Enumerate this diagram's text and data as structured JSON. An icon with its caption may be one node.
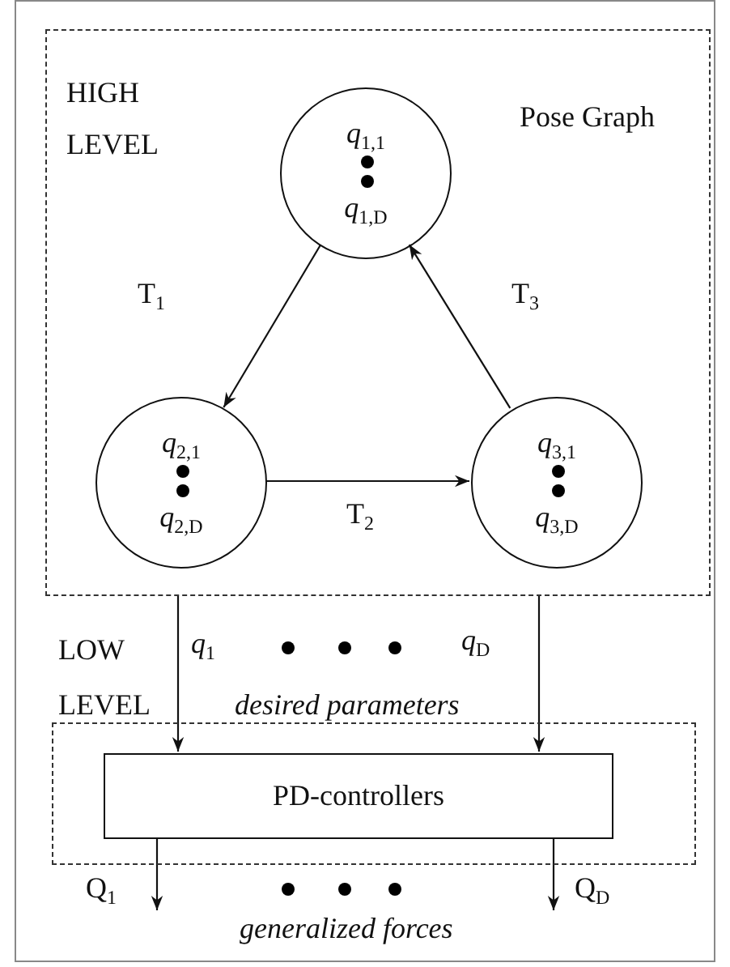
{
  "diagram": {
    "nodes": [
      {
        "text": [
          "HIGH LEVEL",
          "Pose Graph"
        ]
      },
      {
        "text": [
          "*q*$_{1,1}$",
          "*q*$_{1,D}$"
        ],
        "in": 0
      },
      {
        "text": [
          "*q*$_{2,1}$",
          "*q*$_{2,D}$"
        ],
        "in": 0
      },
      {
        "text": [
          "*q*$_{3,1}$",
          "*q*$_{3,D}$"
        ],
        "in": 0
      },
      {
        "text": [],
        "shape": "box"
      },
      {
        "text": [
          "PD-controllers"
        ],
        "in": 4
      }
    ],
    "edges": [
      {
        "from": 1,
        "to": 2,
        "arrow": "to",
        "label": "T$_{1}$"
      },
      {
        "from": 2,
        "to": 3,
        "arrow": "to",
        "label": "T$_{2}$"
      },
      {
        "from": 3,
        "to": 1,
        "arrow": "to",
        "label": "T$_{3}$"
      },
      {
        "from": 0,
        "to": 5,
        "arrow": "to",
        "label": "*q*$_{1}$"
      },
      {
        "from": 0,
        "to": 5,
        "arrow": "to",
        "label": "*q*$_{D}$"
      },
      {
        "from": 5,
        "to": null,
        "arrow": "to",
        "label": "Q$_{1}$"
      },
      {
        "from": 5,
        "to": null,
        "arrow": "to",
        "label": "Q$_{D}$"
      }
    ],
    "labels": [
      "LOW LEVEL",
      "desired parameters",
      "generalized forces"
    ]
  }
}
